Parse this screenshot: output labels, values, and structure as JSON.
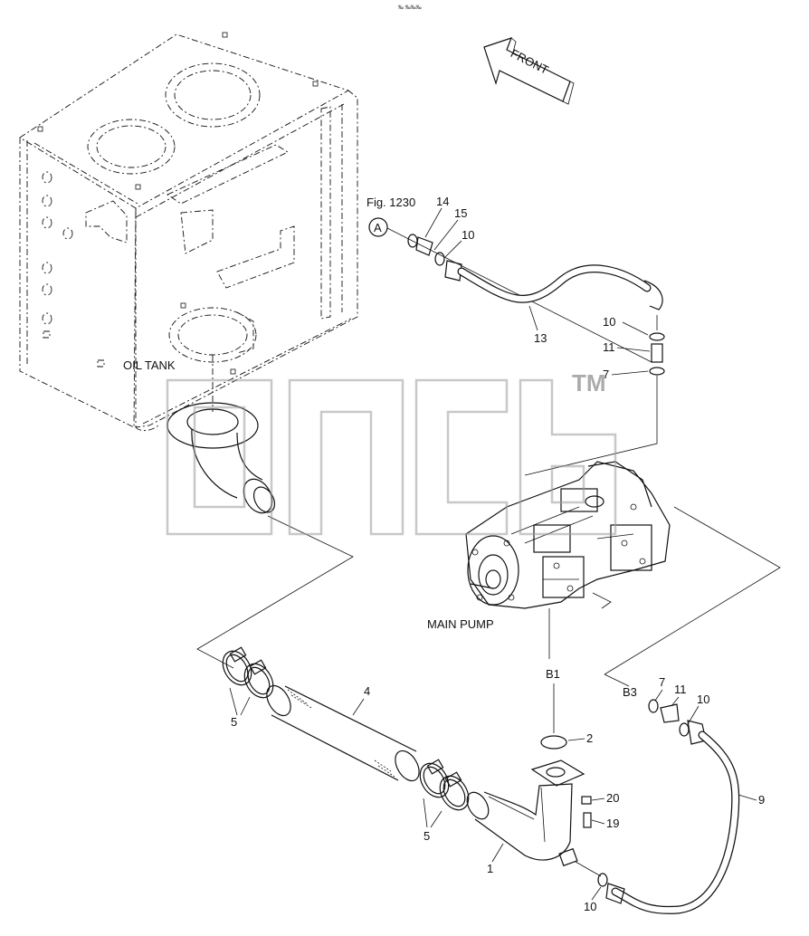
{
  "header_mark": "‰ ‰‰‰",
  "front_label": "FRONT",
  "fig_ref": "Fig. 1230",
  "circle_ref": "A",
  "oil_tank_label": "OIL TANK",
  "main_pump_label": "MAIN PUMP",
  "port_b1": "B1",
  "port_b3": "B3",
  "watermark_tm": "TM",
  "callouts": {
    "c14": "14",
    "c15": "15",
    "c10a": "10",
    "c13": "13",
    "c10b": "10",
    "c11a": "11",
    "c7a": "7",
    "c4": "4",
    "c5a": "5",
    "c5b": "5",
    "c2": "2",
    "c20": "20",
    "c19": "19",
    "c1": "1",
    "c10c": "10",
    "c7b": "7",
    "c11b": "11",
    "c10d": "10",
    "c9": "9"
  }
}
